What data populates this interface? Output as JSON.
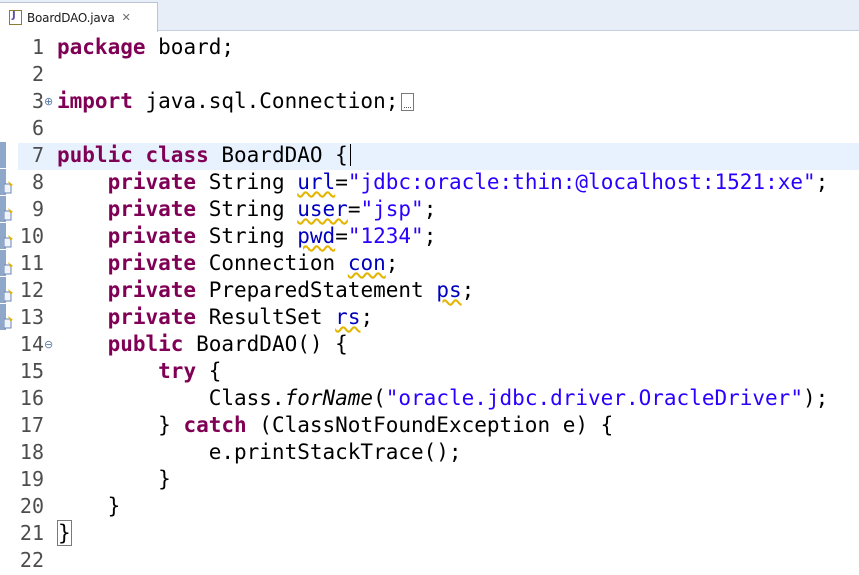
{
  "tab": {
    "title": "BoardDAO.java",
    "close_glyph": "✕",
    "icon": "java-file-icon"
  },
  "lines": [
    {
      "number": "1",
      "segments": [
        [
          "kw",
          "package"
        ],
        [
          "plain",
          " board;"
        ]
      ]
    },
    {
      "number": "2",
      "segments": []
    },
    {
      "number": "3",
      "fold": "⊕",
      "segments": [
        [
          "kw",
          "import"
        ],
        [
          "plain",
          " java.sql.Connection;"
        ],
        [
          "collapsed",
          ""
        ]
      ]
    },
    {
      "number": "6",
      "segments": []
    },
    {
      "number": "7",
      "current": true,
      "segments": [
        [
          "kw",
          "public"
        ],
        [
          "plain",
          " "
        ],
        [
          "kw",
          "class"
        ],
        [
          "plain",
          " BoardDAO {"
        ],
        [
          "caret",
          ""
        ]
      ]
    },
    {
      "number": "8",
      "marker": true,
      "segments": [
        [
          "plain",
          "    "
        ],
        [
          "kw",
          "private"
        ],
        [
          "plain",
          " String "
        ],
        [
          "warn",
          "url"
        ],
        [
          "plain",
          "="
        ],
        [
          "str",
          "\"jdbc:oracle:thin:@localhost:1521:xe\""
        ],
        [
          "plain",
          ";"
        ]
      ]
    },
    {
      "number": "9",
      "marker": true,
      "segments": [
        [
          "plain",
          "    "
        ],
        [
          "kw",
          "private"
        ],
        [
          "plain",
          " String "
        ],
        [
          "warn",
          "user"
        ],
        [
          "plain",
          "="
        ],
        [
          "str",
          "\"jsp\""
        ],
        [
          "plain",
          ";"
        ]
      ]
    },
    {
      "number": "10",
      "marker": true,
      "segments": [
        [
          "plain",
          "    "
        ],
        [
          "kw",
          "private"
        ],
        [
          "plain",
          " String "
        ],
        [
          "warn",
          "pwd"
        ],
        [
          "plain",
          "="
        ],
        [
          "str",
          "\"1234\""
        ],
        [
          "plain",
          ";"
        ]
      ]
    },
    {
      "number": "11",
      "marker": true,
      "segments": [
        [
          "plain",
          "    "
        ],
        [
          "kw",
          "private"
        ],
        [
          "plain",
          " Connection "
        ],
        [
          "warn",
          "con"
        ],
        [
          "plain",
          ";"
        ]
      ]
    },
    {
      "number": "12",
      "marker": true,
      "segments": [
        [
          "plain",
          "    "
        ],
        [
          "kw",
          "private"
        ],
        [
          "plain",
          " PreparedStatement "
        ],
        [
          "warn",
          "ps"
        ],
        [
          "plain",
          ";"
        ]
      ]
    },
    {
      "number": "13",
      "marker": true,
      "segments": [
        [
          "plain",
          "    "
        ],
        [
          "kw",
          "private"
        ],
        [
          "plain",
          " ResultSet "
        ],
        [
          "warn",
          "rs"
        ],
        [
          "plain",
          ";"
        ]
      ]
    },
    {
      "number": "14",
      "fold": "⊖",
      "segments": [
        [
          "plain",
          "    "
        ],
        [
          "kw",
          "public"
        ],
        [
          "plain",
          " BoardDAO() {"
        ]
      ]
    },
    {
      "number": "15",
      "segments": [
        [
          "plain",
          "        "
        ],
        [
          "kw",
          "try"
        ],
        [
          "plain",
          " {"
        ]
      ]
    },
    {
      "number": "16",
      "segments": [
        [
          "plain",
          "            Class."
        ],
        [
          "italic",
          "forName"
        ],
        [
          "plain",
          "("
        ],
        [
          "str",
          "\"oracle.jdbc.driver.OracleDriver\""
        ],
        [
          "plain",
          ");"
        ]
      ]
    },
    {
      "number": "17",
      "segments": [
        [
          "plain",
          "        } "
        ],
        [
          "kw",
          "catch"
        ],
        [
          "plain",
          " (ClassNotFoundException e) {"
        ]
      ]
    },
    {
      "number": "18",
      "segments": [
        [
          "plain",
          "            e.printStackTrace();"
        ]
      ]
    },
    {
      "number": "19",
      "segments": [
        [
          "plain",
          "        }"
        ]
      ]
    },
    {
      "number": "20",
      "segments": [
        [
          "plain",
          "    }"
        ]
      ]
    },
    {
      "number": "21",
      "segments": [
        [
          "bracket",
          "}"
        ]
      ]
    },
    {
      "number": "22",
      "segments": []
    }
  ]
}
